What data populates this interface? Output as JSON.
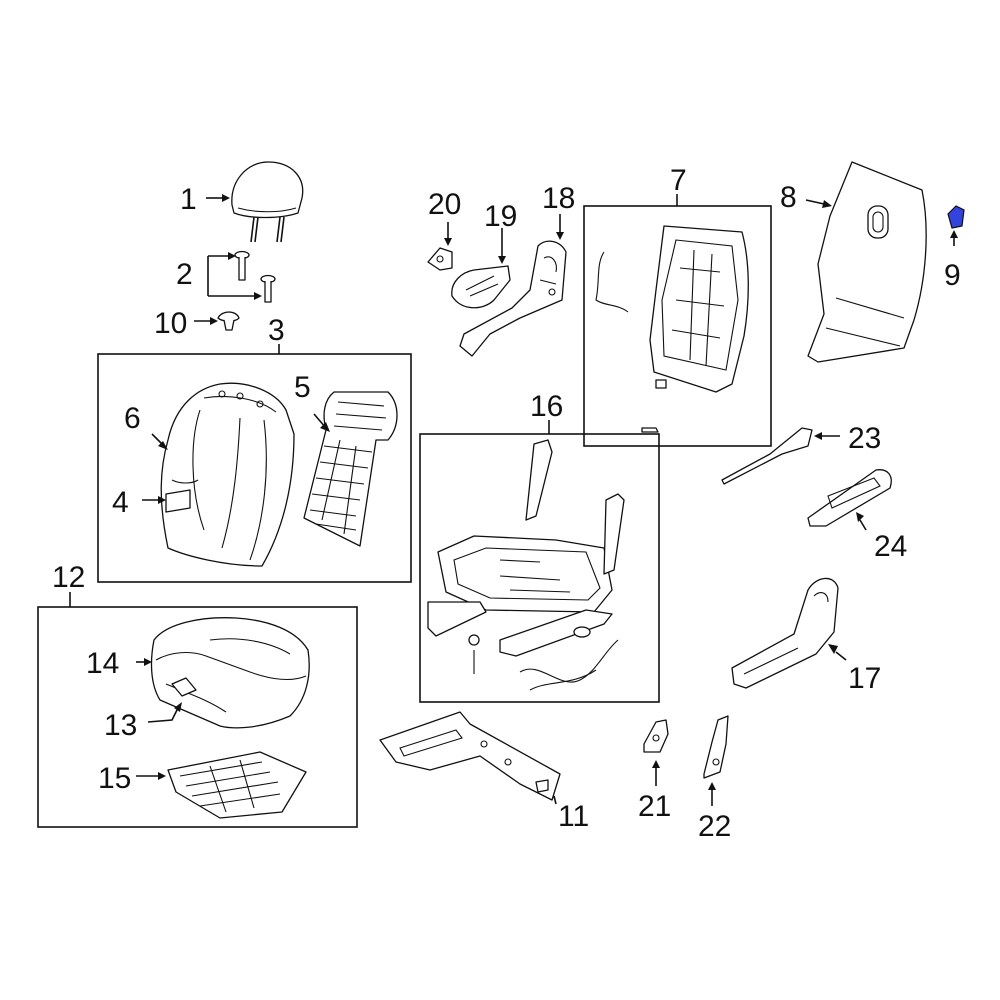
{
  "diagram": {
    "highlight_color": "#3344dd",
    "callouts": {
      "c1": "1",
      "c2": "2",
      "c3": "3",
      "c4": "4",
      "c5": "5",
      "c6": "6",
      "c7": "7",
      "c8": "8",
      "c9": "9",
      "c10": "10",
      "c11": "11",
      "c12": "12",
      "c13": "13",
      "c14": "14",
      "c15": "15",
      "c16": "16",
      "c17": "17",
      "c18": "18",
      "c19": "19",
      "c20": "20",
      "c21": "21",
      "c22": "22",
      "c23": "23",
      "c24": "24"
    }
  }
}
